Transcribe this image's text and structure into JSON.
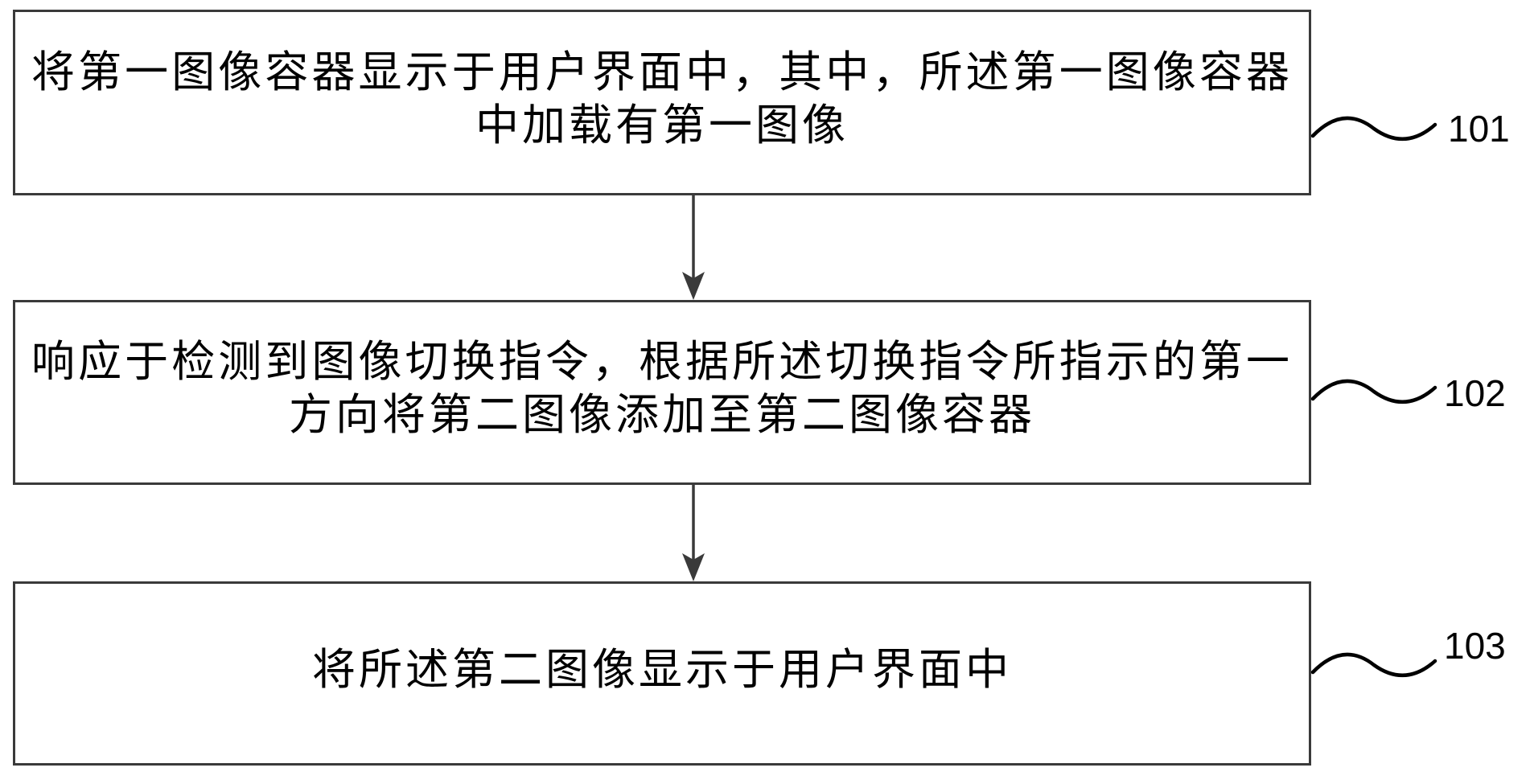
{
  "figure": {
    "kind": "patent-flowchart",
    "background_color": "#ffffff",
    "line_color": "#3a3a3a",
    "text_color": "#000000",
    "steps": [
      {
        "ref": "101",
        "lines": [
          "将第一图像容器显示于用户界面中，其中，所述第一图像容器",
          "中加载有第一图像"
        ]
      },
      {
        "ref": "102",
        "lines": [
          "响应于检测到图像切换指令，根据所述切换指令所指示的第一",
          "方向将第二图像添加至第二图像容器"
        ]
      },
      {
        "ref": "103",
        "lines": [
          "将所述第二图像显示于用户界面中"
        ]
      }
    ],
    "connectors": [
      {
        "from": "101",
        "to": "102",
        "type": "arrow-down"
      },
      {
        "from": "102",
        "to": "103",
        "type": "arrow-down"
      }
    ]
  }
}
